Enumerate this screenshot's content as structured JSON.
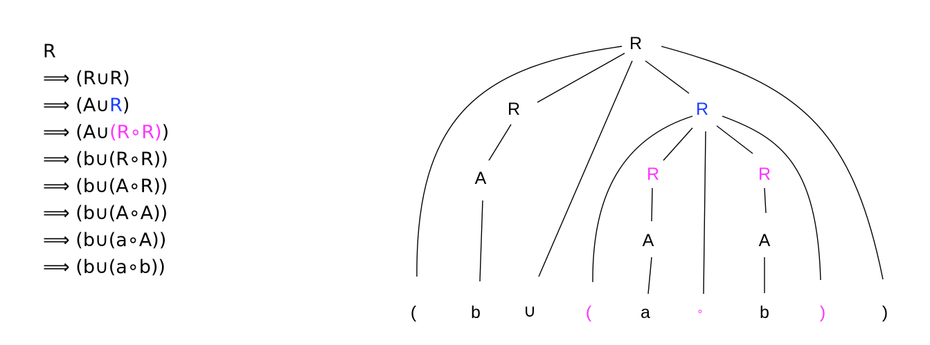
{
  "colors": {
    "black": "#000000",
    "blue": "#1a3cff",
    "magenta": "#ff33ff"
  },
  "derivation": {
    "arrow": "⟹",
    "steps": [
      {
        "parts": [
          {
            "t": "R",
            "c": "black"
          }
        ],
        "arrow": false
      },
      {
        "parts": [
          {
            "t": "(R∪R)",
            "c": "black"
          }
        ],
        "arrow": true
      },
      {
        "parts": [
          {
            "t": "(A∪",
            "c": "black"
          },
          {
            "t": "R",
            "c": "blue"
          },
          {
            "t": ")",
            "c": "black"
          }
        ],
        "arrow": true
      },
      {
        "parts": [
          {
            "t": "(A∪",
            "c": "black"
          },
          {
            "t": "(R∘R)",
            "c": "magenta"
          },
          {
            "t": ")",
            "c": "black"
          }
        ],
        "arrow": true
      },
      {
        "parts": [
          {
            "t": "(b∪(R∘R))",
            "c": "black"
          }
        ],
        "arrow": true
      },
      {
        "parts": [
          {
            "t": "(b∪(A∘R))",
            "c": "black"
          }
        ],
        "arrow": true
      },
      {
        "parts": [
          {
            "t": "(b∪(A∘A))",
            "c": "black"
          }
        ],
        "arrow": true
      },
      {
        "parts": [
          {
            "t": "(b∪(a∘A))",
            "c": "black"
          }
        ],
        "arrow": true
      },
      {
        "parts": [
          {
            "t": "(b∪(a∘b))",
            "c": "black"
          }
        ],
        "arrow": true
      }
    ]
  },
  "tree": {
    "nodes": [
      {
        "id": "root",
        "label": "R",
        "color": "black"
      },
      {
        "id": "r-left",
        "label": "R",
        "color": "black"
      },
      {
        "id": "r-right",
        "label": "R",
        "color": "blue"
      },
      {
        "id": "a-left",
        "label": "A",
        "color": "black"
      },
      {
        "id": "r-mid1",
        "label": "R",
        "color": "magenta"
      },
      {
        "id": "r-mid2",
        "label": "R",
        "color": "magenta"
      },
      {
        "id": "a-mid1",
        "label": "A",
        "color": "black"
      },
      {
        "id": "a-mid2",
        "label": "A",
        "color": "black"
      },
      {
        "id": "leaf-lparen-outer",
        "label": "(",
        "color": "black"
      },
      {
        "id": "leaf-b1",
        "label": "b",
        "color": "black"
      },
      {
        "id": "leaf-union",
        "label": "∪",
        "color": "black"
      },
      {
        "id": "leaf-lparen-inner",
        "label": "(",
        "color": "magenta"
      },
      {
        "id": "leaf-a",
        "label": "a",
        "color": "black"
      },
      {
        "id": "leaf-compose",
        "label": "∘",
        "color": "magenta"
      },
      {
        "id": "leaf-b2",
        "label": "b",
        "color": "black"
      },
      {
        "id": "leaf-rparen-inner",
        "label": ")",
        "color": "magenta"
      },
      {
        "id": "leaf-rparen-outer",
        "label": ")",
        "color": "black"
      }
    ]
  }
}
